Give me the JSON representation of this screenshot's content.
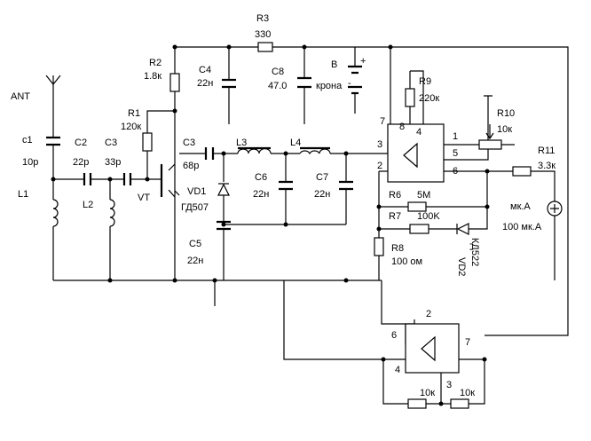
{
  "labels": {
    "ant": "ANT",
    "c1": "c1",
    "c1_val": "10p",
    "c2": "C2",
    "c2_val": "22p",
    "c3a": "C3",
    "c3a_val": "33p",
    "l1": "L1",
    "l2": "L2",
    "vt": "VT",
    "r1": "R1",
    "r1_val": "120к",
    "r2": "R2",
    "r2_val": "1.8к",
    "r3": "R3",
    "r3_val": "330",
    "c4": "C4",
    "c4_val": "22н",
    "c8": "C8",
    "c8_val": "47.0",
    "batt": "B",
    "batt_val": "крона",
    "c3b": "C3",
    "c3b_val": "68p",
    "l3": "L3",
    "l4": "L4",
    "c6": "C6",
    "c6_val": "22н",
    "c7": "C7",
    "c7_val": "22н",
    "vd1": "VD1",
    "vd1_type": "ГД507",
    "c5": "C5",
    "c5_val": "22н",
    "r9": "R9",
    "r9_val": "220к",
    "r10": "R10",
    "r10_val": "10к",
    "r11": "R11",
    "r11_val": "3.3к",
    "r6": "R6",
    "r6_val": "5M",
    "r7": "R7",
    "r7_val": "100K",
    "r8": "R8",
    "r8_val": "100 ом",
    "vd2": "VD2",
    "vd2_type": "КД522",
    "meter": "мк.А",
    "meter_range": "100 мк.А",
    "u1_pin7": "7",
    "u1_pin8": "8",
    "u1_pin4": "4",
    "u1_pin3": "3",
    "u1_pin2": "2",
    "u1_pin1": "1",
    "u1_pin5": "5",
    "u1_pin6": "6",
    "u2_pin2": "2",
    "u2_pin6": "6",
    "u2_pin4": "4",
    "u2_pin7": "7",
    "u2_pin3": "3",
    "r_bot_left": "10к",
    "r_bot_right": "10к",
    "plus": "+",
    "minus": "-"
  }
}
